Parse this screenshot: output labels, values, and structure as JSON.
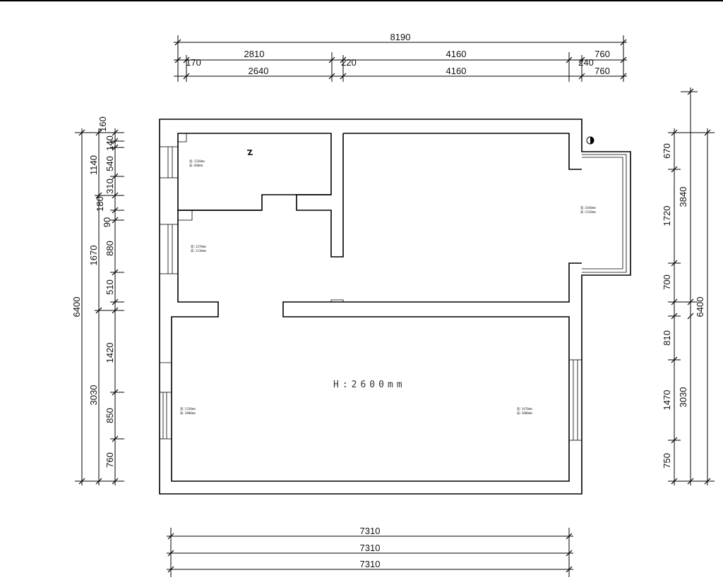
{
  "floor_plan": {
    "ceiling_height": "H:2600mm",
    "top_dims": {
      "overall": "8190",
      "row1": [
        "170",
        "2810",
        "220",
        "4160",
        "240",
        "760"
      ],
      "row2": [
        "2640",
        "4160",
        "760"
      ]
    },
    "bottom_dims": [
      "7310",
      "7310",
      "7310"
    ],
    "left_dims": {
      "overall": "6400",
      "mid": [
        "1140",
        "1670",
        "3030"
      ],
      "inner": [
        "160",
        "140",
        "540",
        "310",
        "180",
        "90",
        "880",
        "510",
        "1420",
        "850",
        "760"
      ]
    },
    "right_dims": {
      "overall": "6400",
      "mid": [
        "3840",
        "3030"
      ],
      "inner": [
        "670",
        "1720",
        "700",
        "810",
        "1470",
        "750"
      ]
    },
    "window_notes": [
      [
        "宽:1330mm",
        "高:400mm"
      ],
      [
        "宽:1370mm",
        "高:1130mm"
      ],
      [
        "宽:1640mm",
        "高:1310mm"
      ],
      [
        "宽:1330mm",
        "高:1800mm"
      ],
      [
        "宽:1470mm",
        "高:1800mm"
      ]
    ]
  }
}
